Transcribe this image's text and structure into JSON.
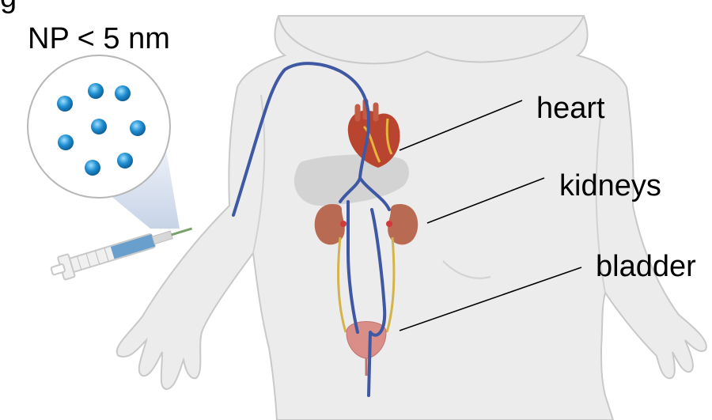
{
  "figure": {
    "panel_label_fragment": "g",
    "nanoparticle_caption": "NP < 5 nm",
    "labels": {
      "heart": "heart",
      "kidneys": "kidneys",
      "bladder": "bladder"
    },
    "colors": {
      "skin": "#ececec",
      "skin_outline": "#c9c9c9",
      "vessel": "#3f58a3",
      "heart": "#b9442f",
      "kidney": "#b96a52",
      "bladder": "#d98f88",
      "liver": "#cfcfcf",
      "ureter": "#d4b34a",
      "nanoparticle": "#1f8ed1",
      "syringe_fluid": "#5a96c8"
    }
  }
}
